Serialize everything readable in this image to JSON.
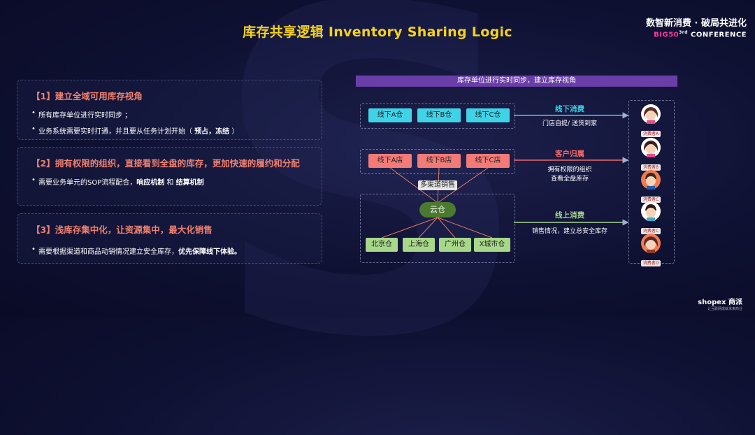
{
  "title": "库存共享逻辑 Inventory Sharing Logic",
  "brand": {
    "line1": "数智新消费 · 破局共进化",
    "big50": "BIG50",
    "sup": "3rd",
    "conference": "CONFERENCE"
  },
  "panels": [
    {
      "heading": "【1】建立全域可用库存视角",
      "bullets": [
        {
          "text": "所有库存单位进行实时同步 ；",
          "bold": ""
        },
        {
          "text": "业务系统需要实时打通，并且要从任务计划开始（ ",
          "bold": "预占，冻结",
          "after": " ）"
        }
      ]
    },
    {
      "heading": "【2】拥有权限的组织，直接看到全盘的库存，更加快速的履约和分配",
      "bullets": [
        {
          "text": "需要业务单元的SOP流程配合，",
          "bold": "响应机制",
          "mid": " 和 ",
          "bold2": "结算机制"
        }
      ]
    },
    {
      "heading": "【3】浅库存集中化，让资源集中，最大化销售",
      "bullets": [
        {
          "text": "需要根据渠道和商品动销情况建立安全库存，",
          "bold": "优先保障线下体验。"
        }
      ]
    }
  ],
  "diagram": {
    "banner": "库存单位进行实时同步，建立库存视角",
    "warehouses_offline": [
      "线下A仓",
      "线下B仓",
      "线下C仓"
    ],
    "stores_offline": [
      "线下A店",
      "线下B店",
      "线下C店"
    ],
    "multichannel_tag": "多渠道销售",
    "cloud": "云仓",
    "city_warehouses": [
      "北京仓",
      "上海仓",
      "广州仓",
      "X城市仓"
    ],
    "channels": [
      {
        "label": "线下消费",
        "desc": "门店自提/ 送货到家",
        "color": "#38d3e6"
      },
      {
        "label": "客户归属",
        "desc": "拥有权限的组织\n查看全盘库存",
        "color": "#f06a6a"
      },
      {
        "label": "线上消费",
        "desc": "销售情况，建立总安全库存",
        "color": "#a7d88a"
      }
    ],
    "customers": [
      "消费者A",
      "消费者B",
      "消费者C",
      "消费者C",
      "消费者D"
    ],
    "colors": {
      "cyan": "#3fd3e8",
      "red": "#f27b78",
      "green": "#a7d88a",
      "banner": "#6a3ea8",
      "title": "#f5d21a"
    }
  },
  "footer": {
    "logo": "shopex 商派",
    "tagline": "让互联网成就未来商业"
  }
}
